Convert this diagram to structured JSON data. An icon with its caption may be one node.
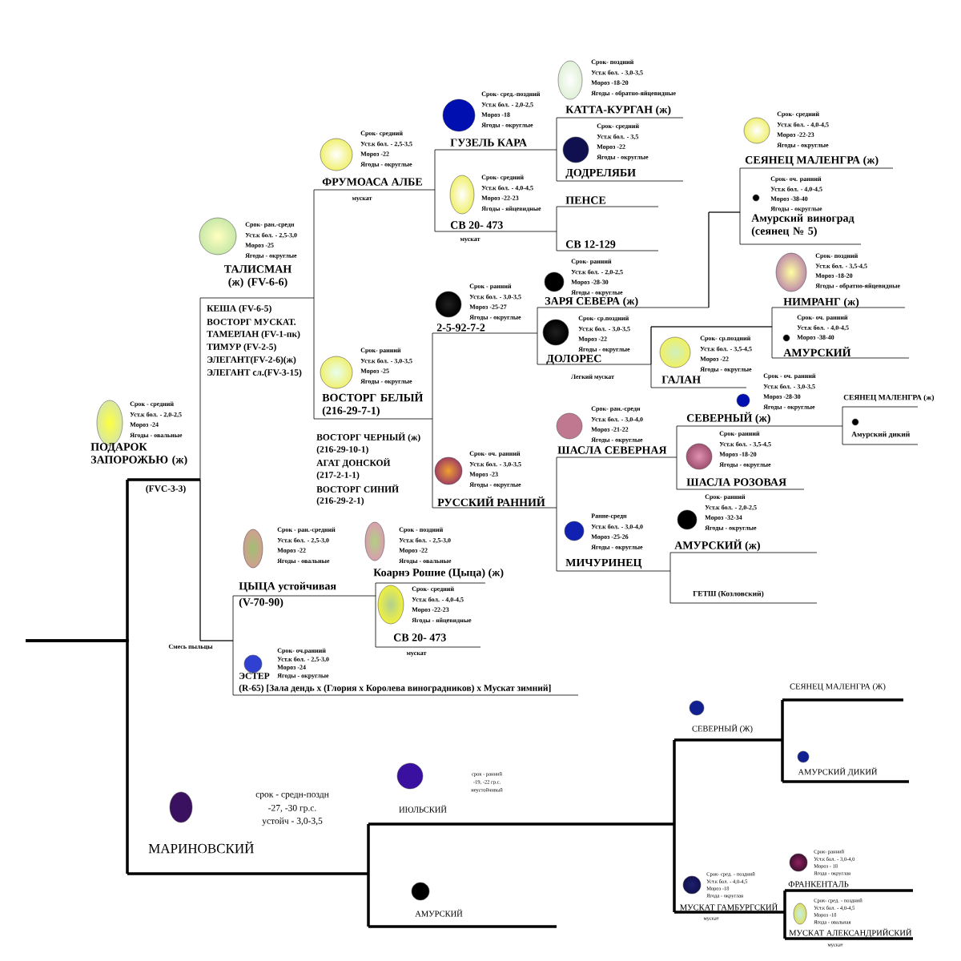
{
  "diagram": {
    "nodes": [
      {
        "text": [
          "Срок - средний",
          "Уст.к бол. - 2,0-2,5",
          "Мороз -24",
          "Ягоды - овальные",
          "ПОДАРОК ЗАПОРОЖЬЮ (ж)"
        ],
        "beside": [
          "(FVC-3-3)"
        ]
      },
      {
        "text": [
          "Срок- ран.-средн",
          "Уст.к бол. - 2,5-3,0",
          "Мороз -25",
          "Ягоды - округлые",
          "ТАЛИСМАН (ж) (FV-6-6)"
        ]
      },
      {
        "text": [
          "Срок- средний",
          "Уст.к бол. - 2,5-3,5",
          "Мороз -22",
          "Ягоды - округлые",
          "ФРУМОАСА АЛБЕ"
        ],
        "beside": [
          "мускат"
        ]
      },
      {
        "text": [
          "Срок- сред.-поздний",
          "Уст.к бол. - 2,0-2,5",
          "Мороз -18",
          "Ягоды - округлые",
          "ГУЗЕЛЬ КАРА"
        ]
      },
      {
        "text": [
          "Срок- поздний",
          "Уст.к бол. - 3,0-3,5",
          "Мороз -18-20",
          "Ягоды - обратно-яйцевидные",
          "КАТТА-КУРГАН (ж)"
        ]
      },
      {
        "text": [
          "Срок- средний",
          "Уст.к бол. - 3,5",
          "Мороз -22",
          "Ягоды - округлые",
          "ДОДРЕЛЯБИ"
        ]
      },
      {
        "text": [
          "Срок- средний",
          "Уст.к бол. - 4,0-4,5",
          "Мороз -22-23",
          "Ягоды - яйцевидные",
          "СВ 20- 473"
        ],
        "beside": [
          "мускат"
        ]
      },
      {
        "text": [
          "ПЕНСЕ"
        ]
      },
      {
        "text": [
          "СВ 12-129"
        ]
      },
      {
        "text": [
          "Срок- ранний",
          "Уст.к бол. - 3,0-3,5",
          "Мороз -25",
          "Ягоды - округлые",
          "ВОСТОРГ БЕЛЫЙ (216-29-7-1)"
        ]
      },
      {
        "text": [
          "Срок - ранний",
          "Уст.к бол. - 3,0-3,5",
          "Мороз -25-27",
          "Ягоды - округлые",
          "2-5-92-7-2"
        ]
      },
      {
        "text": [
          "Срок- ранний",
          "Уст.к бол. - 2,0-2,5",
          "Мороз -28-30",
          "Ягоды - округлые",
          "ЗАРЯ СЕВЕРА (ж)"
        ]
      },
      {
        "text": [
          "Срок- средний",
          "Уст.к бол. - 4,0-4,5",
          "Мороз -22-23",
          "Ягоды - округлые",
          "СЕЯНЕЦ МАЛЕНГРА (ж)"
        ]
      },
      {
        "text": [
          "Срок- оч. ранний",
          "Уст.к бол. - 4,0-4,5",
          "Мороз -38-40",
          "Ягоды - округлые",
          "Амурский виноград (сеянец № 5)"
        ]
      },
      {
        "text": [
          "Срок- ср.поздний",
          "Уст.к бол. - 3,0-3,5",
          "Мороз -22",
          "Ягоды - округлые",
          "ДОЛОРЕС"
        ],
        "beside": [
          "Легкий мускат"
        ]
      },
      {
        "text": [
          "Срок- поздний",
          "Уст.к бол. - 3,5-4,5",
          "Мороз -18-20",
          "Ягоды - обратно-яйцевидные",
          "НИМРАНГ (ж)"
        ]
      },
      {
        "text": [
          "Срок- оч. ранний",
          "Уст.к бол. - 4,0-4,5",
          "Мороз -38-40",
          "АМУРСКИЙ"
        ]
      },
      {
        "text": [
          "Срок- ср.поздний",
          "Уст.к бол. - 3,5-4,5",
          "Мороз -22",
          "Ягоды - округлые",
          "ГАЛАН"
        ]
      },
      {
        "text": [
          "Срок- оч. ранний",
          "Уст.к бол. - 3,0-3,5",
          "Мороз -23",
          "Ягоды - округлые",
          "РУССКИЙ РАННИЙ"
        ]
      },
      {
        "text": [
          "Срок- ран.-средн",
          "Уст.к бол. - 3,0-4,0",
          "Мороз -21-22",
          "Ягоды - округлые",
          "ШАСЛА СЕВЕРНАЯ"
        ]
      },
      {
        "text": [
          "Срок - оч. ранний",
          "Уст.к бол. - 3,0-3,5",
          "Мороз -28-30",
          "Ягоды - округлые",
          "СЕВЕРНЫЙ (ж)"
        ]
      },
      {
        "text": [
          "СЕЯНЕЦ МАЛЕНГРА (ж)"
        ]
      },
      {
        "text": [
          "Амурский дикий"
        ]
      },
      {
        "text": [
          "Срок- ранний",
          "Уст.к бол. - 3,5-4,5",
          "Мороз -18-20",
          "Ягоды - округлые",
          "ШАСЛА РОЗОВАЯ"
        ]
      },
      {
        "text": [
          "Ранне-средн",
          "Уст.к бол. - 3,0-4,0",
          "Мороз -25-26",
          "Ягоды - округлые",
          "МИЧУРИНЕЦ"
        ]
      },
      {
        "text": [
          "Срок- ранний",
          "Уст.к бол. - 2,0-2,5",
          "Мороз -32-34",
          "Ягоды - округлые",
          "АМУРСКИЙ (ж)"
        ]
      },
      {
        "text": [
          "ГЕТШ (Козловский)"
        ]
      },
      {
        "text": [
          "Срок - ран.-средний",
          "Уст.к бол. - 2,5-3,0",
          "Мороз -22",
          "Ягоды - овальные",
          "ЦЫЦА устойчивая"
        ],
        "beside": [
          "(V-70-90)"
        ]
      },
      {
        "text": [
          "Срок - поздний",
          "Уст.к бол. - 2,5-3,0",
          "Мороз -22",
          "Ягоды - овальные",
          "Коарнэ Рошие (Цыца) (ж)"
        ]
      },
      {
        "text": [
          "Срок- средний",
          "Уст.к бол. - 4,0-4,5",
          "Мороз -22-23",
          "Ягоды - яйцевидные",
          "СВ 20- 473"
        ]
      },
      {
        "text": [
          "Срок- оч.ранний",
          "Уст.к бол. - 2,5-3,0",
          "Мороз -24",
          "Ягоды - округлые",
          "ЭСТЕР",
          "(R-65) [Зала дендь х (Глория х Королева виноградников) х Мускат зимний]"
        ]
      },
      {
        "text": [
          "срок - средн-поздн",
          "-27, -30 гр.с.",
          "устойч - 3,0-3,5",
          "МАРИНОВСКИЙ"
        ]
      },
      {
        "text": [
          "срок - ранний",
          "-19, -22 гр.с.",
          "неустойчивый",
          "ИЮЛЬСКИЙ"
        ]
      },
      {
        "text": [
          "АМУРСКИЙ"
        ]
      },
      {
        "text": [
          "СЕВЕРНЫЙ (Ж)"
        ]
      },
      {
        "text": [
          "СЕЯНЕЦ МАЛЕНГРА (Ж)"
        ]
      },
      {
        "text": [
          "АМУРСКИЙ ДИКИЙ"
        ]
      },
      {
        "text": [
          "Срок- сред. - поздний",
          "Уст.к бол. - 4,0-4,5",
          "Мороз -18",
          "Ягода - округлая",
          "МУСКАТ ГАМБУРГСКИЙ"
        ],
        "beside": [
          "мускат"
        ]
      },
      {
        "text": [
          "Срок- ранний",
          "Уст.к бол. - 3,0-4,0",
          "Мороз - 18",
          "Ягода - округлая",
          "ФРАНКЕНТАЛЬ"
        ]
      },
      {
        "text": [
          "Срок- сред. - поздний",
          "Уст.к бол. - 4,0-4,5",
          "Мороз -18",
          "Ягода - овальная",
          "МУСКАТ АЛЕКСАНДРИЙСКИЙ"
        ],
        "beside": [
          "мускат"
        ]
      }
    ],
    "edges": [
      {
        "from": null,
        "to": 0,
        "arrow": "none",
        "style": "thick"
      },
      {
        "from": null,
        "to": 31,
        "arrow": "none",
        "style": "thick"
      },
      {
        "from": 0,
        "to": 1,
        "arrow": "none"
      },
      {
        "from": 0,
        "to": 27,
        "arrow": "none"
      },
      {
        "from": 0,
        "to": 30,
        "arrow": "none"
      },
      {
        "from": 1,
        "to": 2,
        "arrow": "none"
      },
      {
        "from": 1,
        "to": 9,
        "arrow": "none"
      },
      {
        "from": 2,
        "to": 3,
        "arrow": "none"
      },
      {
        "from": 2,
        "to": 6,
        "arrow": "none"
      },
      {
        "from": 3,
        "to": 4,
        "arrow": "none"
      },
      {
        "from": 3,
        "to": 5,
        "arrow": "none"
      },
      {
        "from": 6,
        "to": 7,
        "arrow": "none"
      },
      {
        "from": 6,
        "to": 8,
        "arrow": "none"
      },
      {
        "from": 9,
        "to": 10,
        "arrow": "none"
      },
      {
        "from": 9,
        "to": 18,
        "arrow": "none"
      },
      {
        "from": 10,
        "to": 11,
        "arrow": "none"
      },
      {
        "from": 10,
        "to": 14,
        "arrow": "none"
      },
      {
        "from": 11,
        "to": 12,
        "arrow": "none"
      },
      {
        "from": 11,
        "to": 13,
        "arrow": "none"
      },
      {
        "from": 14,
        "to": 15,
        "arrow": "none"
      },
      {
        "from": 14,
        "to": 16,
        "arrow": "none"
      },
      {
        "from": 14,
        "to": 17,
        "arrow": "none"
      },
      {
        "from": 18,
        "to": 19,
        "arrow": "none"
      },
      {
        "from": 18,
        "to": 24,
        "arrow": "none"
      },
      {
        "from": 19,
        "to": 20,
        "arrow": "none"
      },
      {
        "from": 19,
        "to": 23,
        "arrow": "none"
      },
      {
        "from": 20,
        "to": 21,
        "arrow": "none"
      },
      {
        "from": 20,
        "to": 22,
        "arrow": "none"
      },
      {
        "from": 24,
        "to": 25,
        "arrow": "none"
      },
      {
        "from": 24,
        "to": 26,
        "arrow": "none"
      },
      {
        "from": 27,
        "to": 28,
        "arrow": "none"
      },
      {
        "from": 27,
        "to": 29,
        "arrow": "none"
      },
      {
        "from": 31,
        "to": 32,
        "arrow": "none",
        "style": "thick"
      },
      {
        "from": 31,
        "to": 33,
        "arrow": "none",
        "style": "thick"
      },
      {
        "from": 32,
        "to": 34,
        "arrow": "none",
        "style": "thick"
      },
      {
        "from": 32,
        "to": 37,
        "arrow": "none",
        "style": "thick"
      },
      {
        "from": 34,
        "to": 35,
        "arrow": "none",
        "style": "thick"
      },
      {
        "from": 34,
        "to": 36,
        "arrow": "none",
        "style": "thick"
      },
      {
        "from": 37,
        "to": 38,
        "arrow": "none",
        "style": "thick"
      },
      {
        "from": 37,
        "to": 39,
        "arrow": "none",
        "style": "thick"
      }
    ],
    "labels": [
      "КЕША (FV-6-5)",
      "ВОСТОРГ МУСКАТ.",
      "ТАМЕРЛАН (FV-1-пк)",
      "ТИМУР (FV-2-5)",
      "ЭЛЕГАНТ(FV-2-6)(ж)",
      "ЭЛЕГАНТ сл.(FV-3-15)",
      "ВОСТОРГ ЧЕРНЫЙ (ж)",
      "(216-29-10-1)",
      "АГАТ ДОНСКОЙ",
      "(217-2-1-1)",
      "ВОСТОРГ СИНИЙ",
      "(216-29-2-1)",
      "Смесь пыльцы",
      "мускат"
    ]
  }
}
